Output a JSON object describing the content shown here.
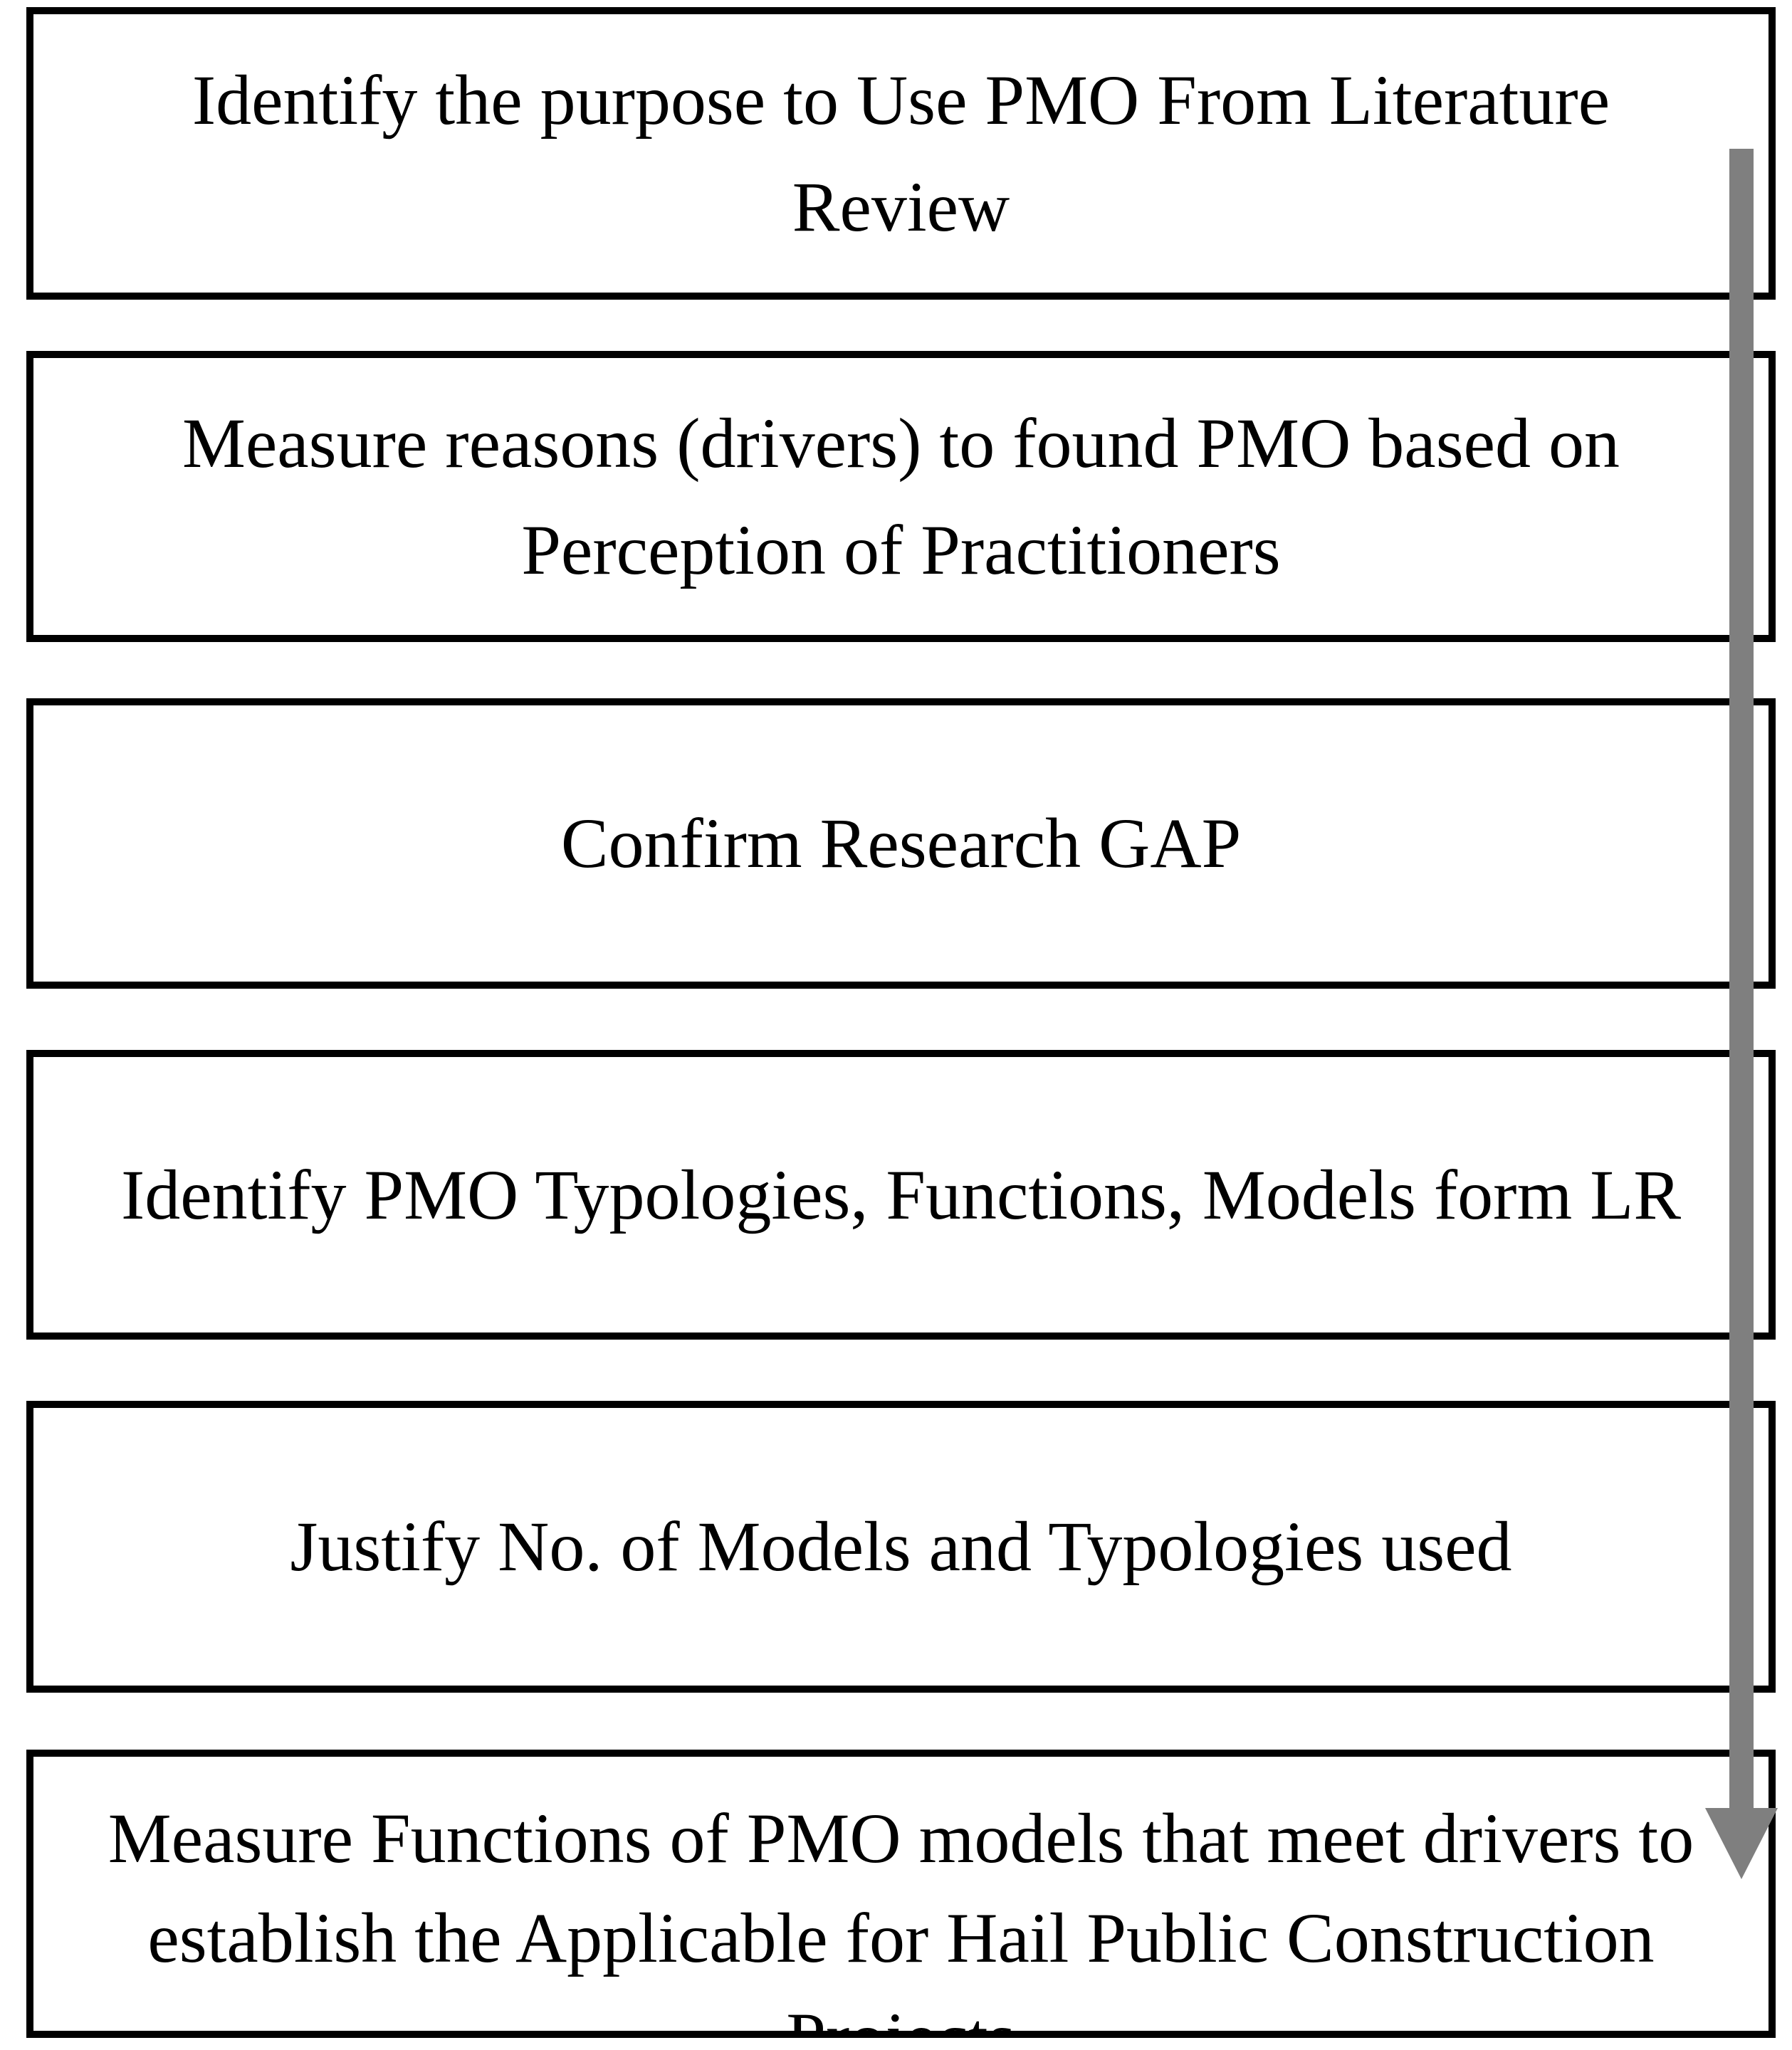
{
  "diagram": {
    "type": "flowchart",
    "boxes": [
      {
        "name": "identify-purpose",
        "lines": [
          "Identify the purpose to Use PMO From Literature",
          "Review"
        ],
        "text": "Identify the purpose to Use PMO From Literature Review"
      },
      {
        "name": "measure-drivers",
        "lines": [
          "Measure reasons (drivers) to found PMO based on",
          "Perception of Practitioners"
        ],
        "text": "Measure reasons (drivers) to found PMO based on Perception of Practitioners"
      },
      {
        "name": "confirm-gap",
        "lines": [
          "Confirm Research GAP"
        ],
        "text": "Confirm Research GAP"
      },
      {
        "name": "identify-typologies",
        "lines": [
          "Identify PMO Typologies, Functions, Models form LR"
        ],
        "text": "Identify PMO Typologies, Functions, Models form LR"
      },
      {
        "name": "justify-models",
        "lines": [
          "Justify No. of Models and Typologies used"
        ],
        "text": "Justify No. of Models and Typologies used"
      },
      {
        "name": "measure-functions",
        "lines": [
          "Measure Functions of PMO models that meet drivers to",
          "establish the Applicable for Hail Public Construction",
          "Projects"
        ],
        "text": "Measure Functions of PMO models that meet drivers to establish the Applicable for Hail Public Construction Projects"
      }
    ],
    "arrow": {
      "direction": "down",
      "color": "#7f7f7f"
    },
    "colors": {
      "box_border": "#000000",
      "box_fill": "#ffffff",
      "text": "#000000",
      "page_bg": "#ffffff"
    }
  }
}
